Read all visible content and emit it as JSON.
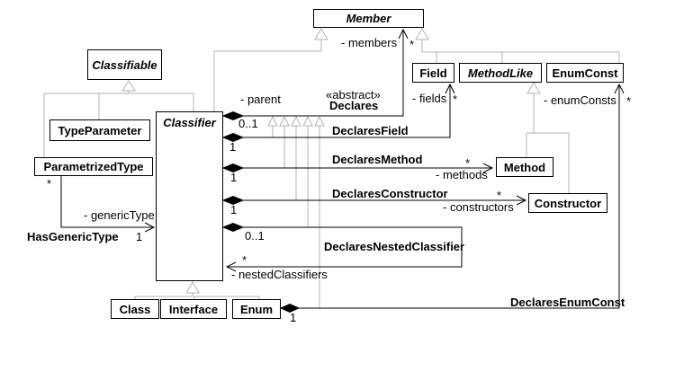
{
  "diagram": {
    "classes": {
      "member": {
        "name": "Member",
        "abstract": true
      },
      "classifiable": {
        "name": "Classifiable",
        "abstract": true
      },
      "type_parameter": {
        "name": "TypeParameter"
      },
      "parametrized_type": {
        "name": "ParametrizedType"
      },
      "classifier": {
        "name": "Classifier",
        "abstract": true
      },
      "field": {
        "name": "Field"
      },
      "method_like": {
        "name": "MethodLike",
        "abstract": true
      },
      "enum_const": {
        "name": "EnumConst"
      },
      "method": {
        "name": "Method"
      },
      "constructor": {
        "name": "Constructor"
      },
      "class": {
        "name": "Class"
      },
      "interface": {
        "name": "Interface"
      },
      "enum": {
        "name": "Enum"
      }
    },
    "associations": {
      "declares": {
        "stereotype": "«abstract»",
        "name": "Declares",
        "parent_role": "- parent",
        "parent_multiplicity": "0..1",
        "members_role": "- members",
        "members_multiplicity": "*"
      },
      "declares_field": {
        "name": "DeclaresField",
        "classifier_multiplicity": "1",
        "role": "- fields",
        "multiplicity": "*"
      },
      "declares_method": {
        "name": "DeclaresMethod",
        "classifier_multiplicity": "1",
        "role": "- methods",
        "multiplicity": "*"
      },
      "declares_constructor": {
        "name": "DeclaresConstructor",
        "classifier_multiplicity": "1",
        "role": "- constructors",
        "multiplicity": "*"
      },
      "declares_nested_classifier": {
        "name": "DeclaresNestedClassifier",
        "classifier_multiplicity": "0..1",
        "role": "- nestedClassifiers",
        "multiplicity": "*"
      },
      "declares_enum_const": {
        "name": "DeclaresEnumConst",
        "enum_multiplicity": "1",
        "role": "- enumConsts",
        "multiplicity": "*"
      },
      "has_generic_type": {
        "name": "HasGenericType",
        "parametrized_type_multiplicity": "*",
        "role": "- genericType",
        "classifier_multiplicity": "1"
      }
    },
    "colors": {
      "association_line": "#000000",
      "generalization_line": "#b3b3b3",
      "box_border": "#000000",
      "background": "#ffffff"
    }
  }
}
